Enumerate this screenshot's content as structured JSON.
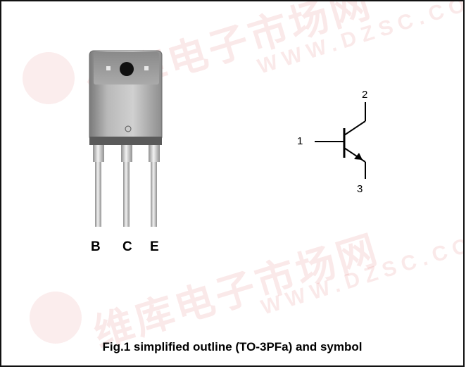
{
  "watermark": {
    "chinese": "维库电子市场网",
    "url": "WWW.DZSC.COM"
  },
  "package": {
    "pins": [
      "B",
      "C",
      "E"
    ]
  },
  "symbol": {
    "terminal_base": "1",
    "terminal_collector": "2",
    "terminal_emitter": "3"
  },
  "caption": "Fig.1 simplified outline (TO-3PFa) and symbol"
}
